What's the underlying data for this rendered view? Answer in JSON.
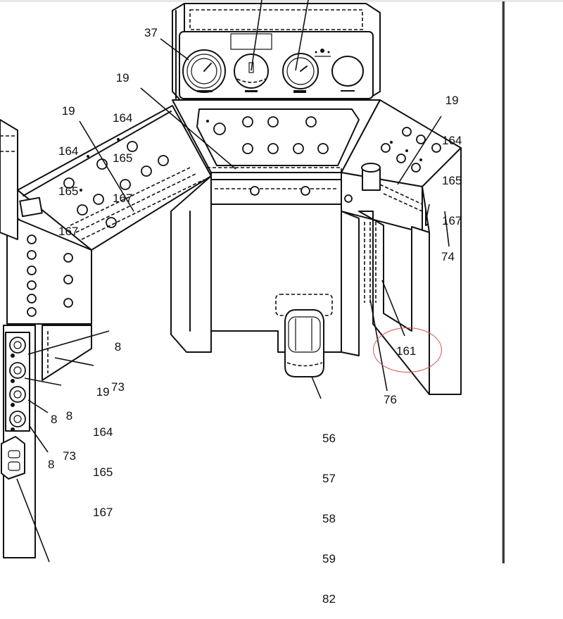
{
  "figure": {
    "type": "exploded parts diagram",
    "subject": "operator console / control station",
    "highlight_color": "#d9534f",
    "highlighted_callout": "161"
  },
  "gauge_panel": {
    "gauges": [
      "tachometer-gauge",
      "level-gauge",
      "pressure-gauge",
      "blank-gauge-opening"
    ],
    "toggle_switch": "panel-toggle-switch"
  },
  "callouts": [
    {
      "id": "c37",
      "lines": [
        "37"
      ]
    },
    {
      "id": "c-top-center-left",
      "lines": [
        "19",
        "164",
        "165",
        "167"
      ]
    },
    {
      "id": "c-left-upper",
      "lines": [
        "19",
        "164",
        "165",
        "167"
      ]
    },
    {
      "id": "c-right-upper",
      "lines": [
        "19",
        "164",
        "165",
        "167"
      ]
    },
    {
      "id": "c74",
      "lines": [
        "74"
      ]
    },
    {
      "id": "c8-73-a",
      "lines": [
        "8",
        "73"
      ]
    },
    {
      "id": "c19-lower",
      "lines": [
        "19",
        "164",
        "165",
        "167"
      ]
    },
    {
      "id": "c8-73-b",
      "lines": [
        "8",
        "73"
      ]
    },
    {
      "id": "c8-a",
      "lines": [
        "8"
      ]
    },
    {
      "id": "c8-b",
      "lines": [
        "8"
      ]
    },
    {
      "id": "c161",
      "lines": [
        "161"
      ]
    },
    {
      "id": "c76",
      "lines": [
        "76"
      ]
    },
    {
      "id": "c-seat",
      "lines": [
        "56",
        "57",
        "58",
        "59",
        "82"
      ]
    }
  ]
}
